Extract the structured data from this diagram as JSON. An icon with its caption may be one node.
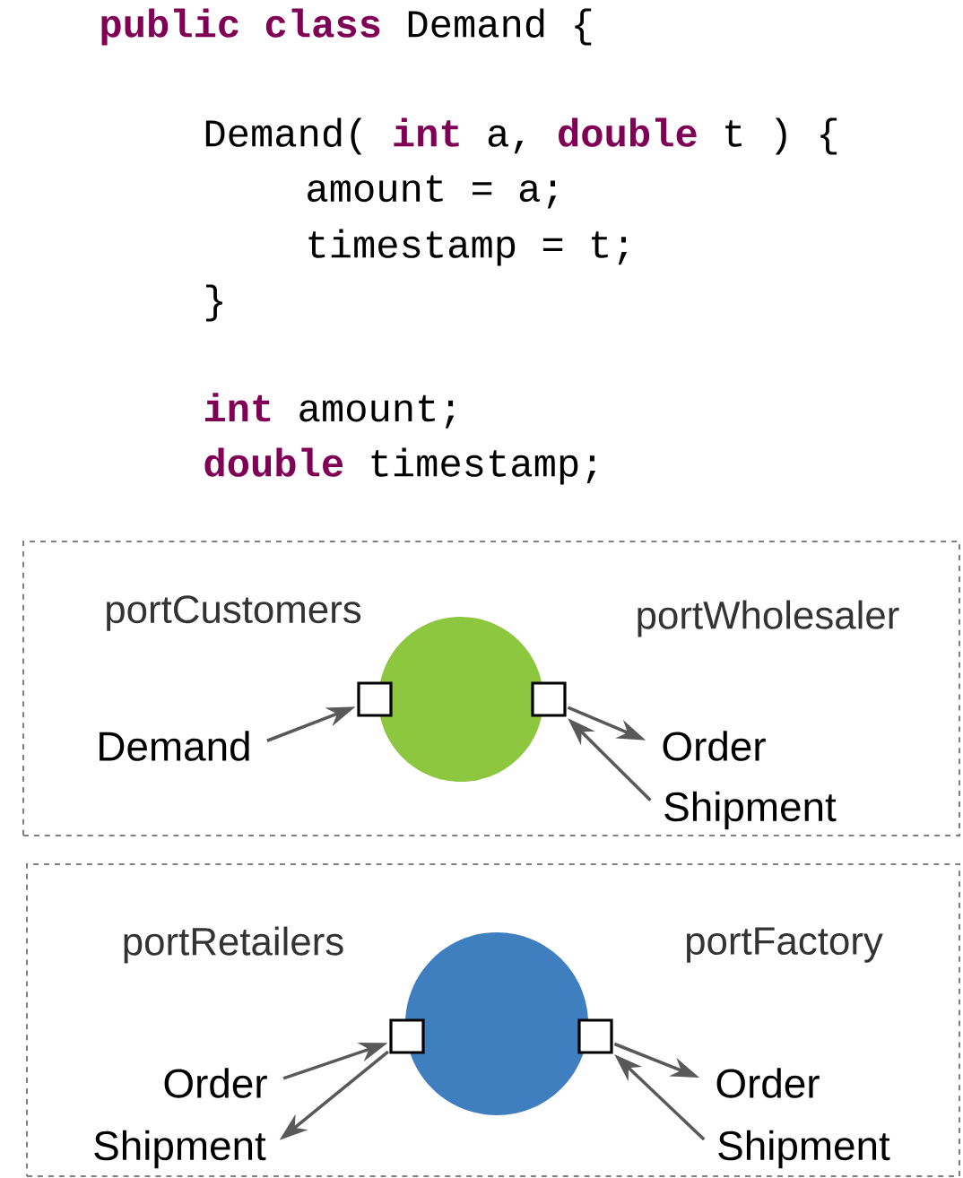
{
  "diagram": {
    "nodes": [
      {
        "text": [],
        "shape": "box"
      },
      {
        "text": [],
        "shape": "circle",
        "in": 0
      },
      {
        "text": [],
        "shape": "box",
        "in": 0
      },
      {
        "text": [],
        "shape": "box",
        "in": 0
      },
      {
        "text": [
          "Demand"
        ],
        "in": 0
      },
      {
        "text": [
          "Order"
        ],
        "in": 0
      },
      {
        "text": [
          "Shipment"
        ],
        "in": 0
      },
      {
        "text": [],
        "shape": "box"
      },
      {
        "text": [],
        "shape": "circle",
        "in": 7
      },
      {
        "text": [],
        "shape": "box",
        "in": 7
      },
      {
        "text": [],
        "shape": "box",
        "in": 7
      },
      {
        "text": [
          "Order"
        ],
        "in": 7
      },
      {
        "text": [
          "Shipment"
        ],
        "in": 7
      },
      {
        "text": [
          "Order"
        ],
        "in": 7
      },
      {
        "text": [
          "Shipment"
        ],
        "in": 7
      }
    ],
    "edges": [
      {
        "from": 4,
        "to": 2,
        "arrow": "to"
      },
      {
        "from": 3,
        "to": 5,
        "arrow": "to"
      },
      {
        "from": 6,
        "to": 3,
        "arrow": "to"
      },
      {
        "from": 11,
        "to": 9,
        "arrow": "to"
      },
      {
        "from": 9,
        "to": 12,
        "arrow": "to"
      },
      {
        "from": 10,
        "to": 13,
        "arrow": "to"
      },
      {
        "from": 14,
        "to": 10,
        "arrow": "to"
      }
    ],
    "labels": [
      "**public class** Demand {",
      "Demand( **int** a, **double** t ) {",
      "amount = a;",
      "timestamp = t;",
      "}",
      "**int** amount;",
      "**double** timestamp;",
      "portCustomers",
      "portWholesaler",
      "portRetailers",
      "portFactory"
    ]
  }
}
